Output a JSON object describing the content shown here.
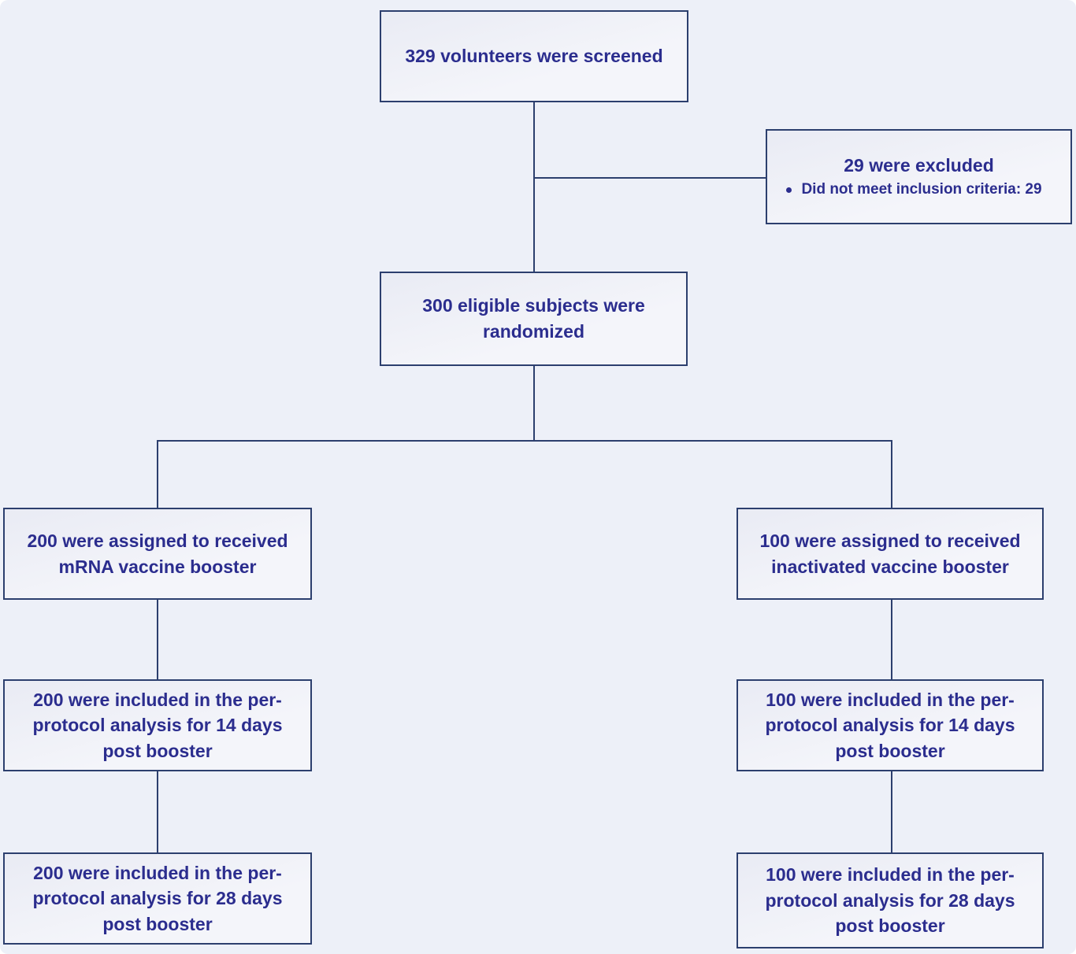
{
  "diagram": {
    "type": "consort-flowchart",
    "colors": {
      "background": "#edf0f8",
      "box_fill": "#f2f4fa",
      "border": "#2c3f6e",
      "text": "#2b2d8e",
      "connector": "#2c3f6e"
    },
    "boxes": {
      "screened": {
        "text": "329 volunteers were screened"
      },
      "excluded": {
        "title": "29 were excluded",
        "bullet_text": "Did not meet inclusion criteria: 29"
      },
      "randomized": {
        "text": "300 eligible subjects were randomized"
      },
      "assigned_mrna": {
        "text": "200 were assigned to received mRNA vaccine booster"
      },
      "assigned_inactivated": {
        "text": "100 were assigned to received inactivated vaccine booster"
      },
      "pp14_mrna": {
        "text": "200 were included in the per-protocol analysis for 14 days post booster"
      },
      "pp14_inactivated": {
        "text": "100 were included in the per-protocol analysis for 14 days post booster"
      },
      "pp28_mrna": {
        "text": "200 were included in the per-protocol analysis for 28 days post booster"
      },
      "pp28_inactivated": {
        "text": "100 were included in the per-protocol analysis for 28 days post booster"
      }
    }
  }
}
